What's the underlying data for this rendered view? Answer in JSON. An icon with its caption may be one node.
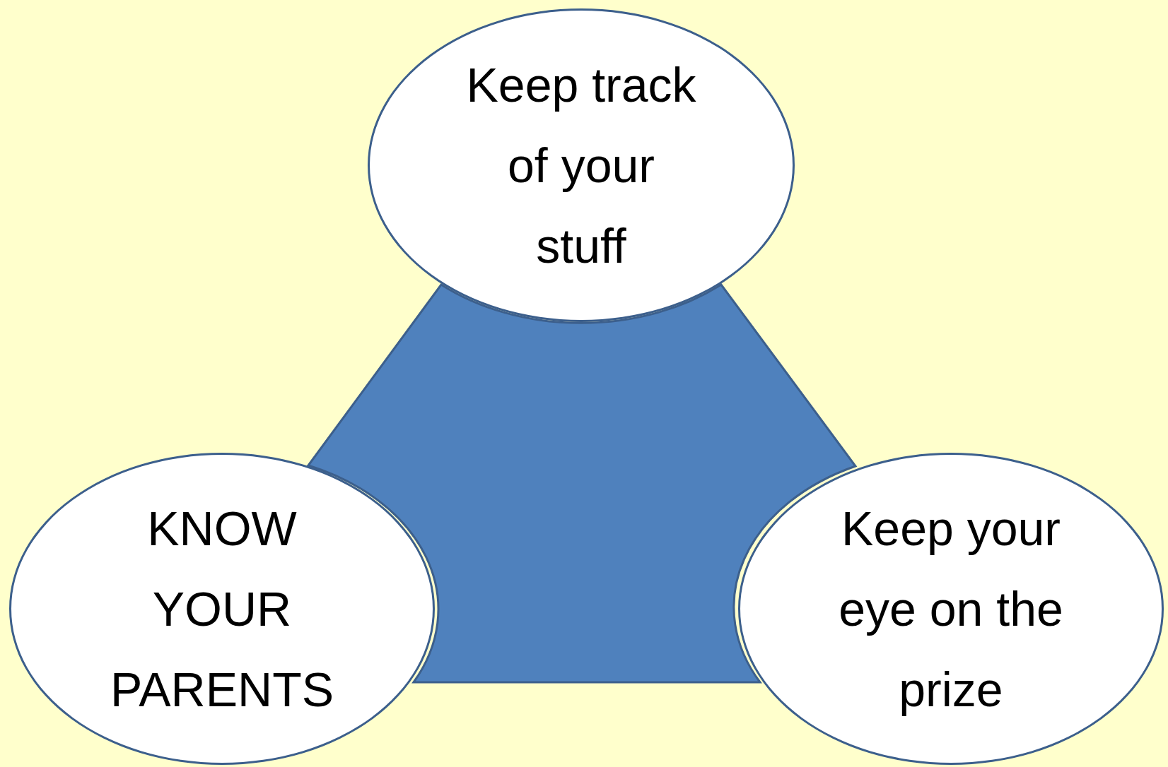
{
  "diagram": {
    "nodes": [
      {
        "text": [
          "Keep track of your stuff"
        ]
      },
      {
        "text": [
          "KNOW YOUR PARENTS"
        ]
      },
      {
        "text": [
          "Keep your eye on the prize"
        ]
      },
      {
        "text": [],
        "shape": "triangle"
      }
    ]
  }
}
